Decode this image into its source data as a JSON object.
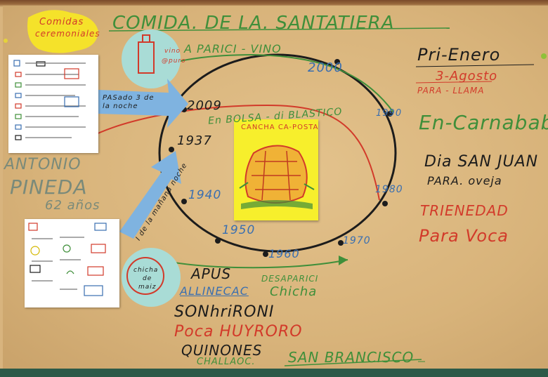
{
  "sticker": {
    "line1": "Comidas",
    "line2": "ceremoniales"
  },
  "title": "COMIDA. DE LA. SANTATIERA",
  "arc_label": "A PARICI - VINO",
  "years": {
    "y2000": "2000",
    "y2009": "2009",
    "y1937": "1937",
    "y1940": "1940",
    "y1950": "1950",
    "y1960": "1960",
    "y1970": "1970",
    "y1980": "1980",
    "y1990": "1990"
  },
  "plastic": "En BOLSA - di BLASTICO",
  "card": {
    "title": "CANCHA CA-POSTA"
  },
  "left_name": {
    "line1": "ANTONIO",
    "line2": "PINEDA",
    "line3": "62 años"
  },
  "arrows": {
    "upper": "PASado 3 de la noche",
    "lower": "I de la mañana noche"
  },
  "vino_label": {
    "l1": "vino",
    "l2": "@puro"
  },
  "chicha_label": {
    "l1": "chicha",
    "l2": "de",
    "l3": "maiz"
  },
  "right": {
    "l1": "Pri-Enero",
    "l2": "3-Agosto",
    "l3": "PARA - LLAMA",
    "l4": "En-Carnababa",
    "l5": "Dia SAN JUAN",
    "l6": "PARA. oveja",
    "l7": "TRIENEDAD",
    "l8": "Para Voca"
  },
  "bottom": {
    "apus": "APUS",
    "allin": "ALLINECAC",
    "desap1": "DESAPARICI",
    "desap2": "Chicha",
    "sonh": "SONhriRONI",
    "poca": "Poca HUYRORO",
    "quin": "QUINONES",
    "chall": "CHALLAOC.",
    "sanb": "SAN BRANCISCO"
  },
  "colors": {
    "green": "#3f8f3a",
    "blue": "#3a6fb0",
    "red": "#d23a2a",
    "black": "#1c1c1c",
    "teal": "#a9dcd6",
    "arrow": "#7fb3e0"
  }
}
